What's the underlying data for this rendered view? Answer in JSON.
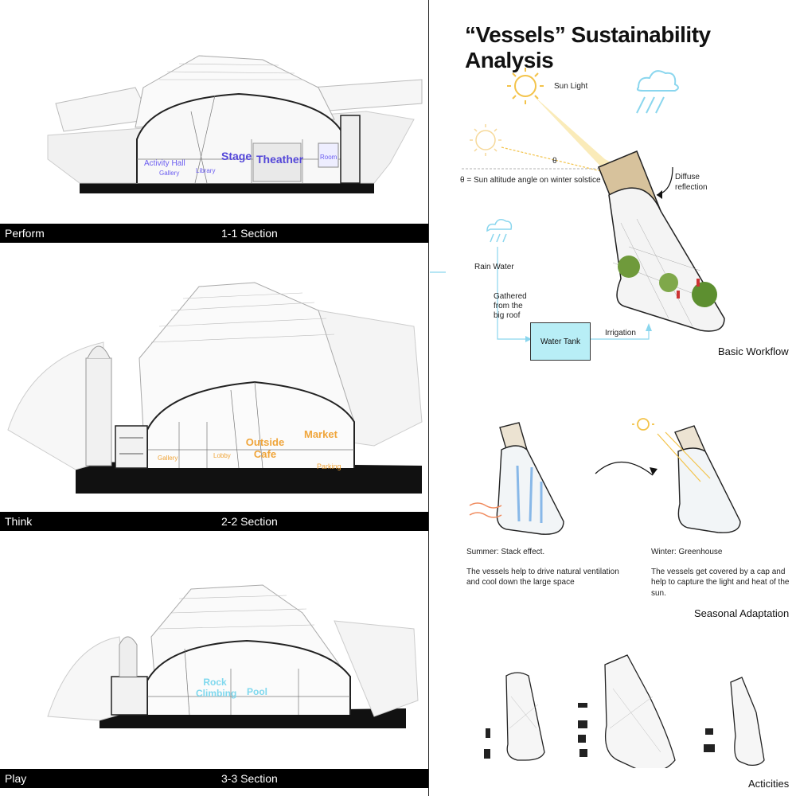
{
  "sections": [
    {
      "mode": "Perform",
      "section": "1-1 Section",
      "labels": {
        "activity_hall": "Activity Hall",
        "gallery": "Gallery",
        "gallery2": "Library",
        "stage": "Stage",
        "theather": "Theather",
        "room": "Room"
      }
    },
    {
      "mode": "Think",
      "section": "2-2 Section",
      "labels": {
        "outside_cafe": "Outside Cafe",
        "market": "Market",
        "parking": "Parking",
        "lobby": "Lobby",
        "gallery": "Gallery"
      }
    },
    {
      "mode": "Play",
      "section": "3-3 Section",
      "labels": {
        "rock_climbing": "Rock Climbing",
        "pool": "Pool"
      }
    }
  ],
  "analysis": {
    "title": "“Vessels” Sustainability Analysis",
    "workflow": {
      "sun_light": "Sun Light",
      "theta": "θ",
      "theta_def": "θ = Sun altitude angle on winter solstice",
      "diffuse": "Diffuse",
      "reflection": "reflection",
      "rain_water": "Rain Water",
      "gathered_1": "Gathered",
      "gathered_2": "from the",
      "gathered_3": "big roof",
      "water_tank": "Water Tank",
      "irrigation": "Irrigation",
      "heading": "Basic Workflow"
    },
    "seasonal": {
      "summer_title": "Summer: Stack effect.",
      "summer_1": "The vessels help to drive natural ventilation",
      "summer_2": "and cool down the large space",
      "winter_title": "Winter: Greenhouse",
      "winter_1": "The vessels get covered by a cap and",
      "winter_2": "help to capture the light and heat of the sun.",
      "heading": "Seasonal Adaptation"
    },
    "activities": {
      "heading": "Acticities"
    }
  }
}
